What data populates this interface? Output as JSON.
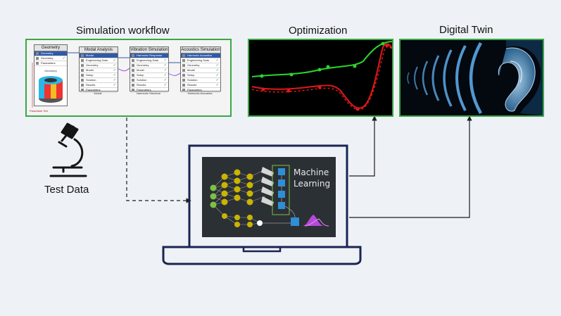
{
  "titles": {
    "simulation_workflow": "Simulation workflow",
    "optimization": "Optimization",
    "digital_twin": "Digital Twin",
    "test_data": "Test Data"
  },
  "machine_learning": {
    "line1": "Machine",
    "line2": "Learning"
  },
  "workflow": {
    "boxes": [
      {
        "header": "Geometry",
        "rows": [
          "Geometry",
          "Geometry",
          "Parameters"
        ],
        "footer": "Geometry",
        "name": ""
      },
      {
        "header": "Modal Analysis",
        "rows": [
          "Modal",
          "Engineering Data",
          "Geometry",
          "Model",
          "Setup",
          "Solution",
          "Results",
          "Parameters"
        ],
        "name": "Modal"
      },
      {
        "header": "Vibration Simulation",
        "rows": [
          "Harmonic Response",
          "Engineering Data",
          "Geometry",
          "Model",
          "Setup",
          "Solution",
          "Results",
          "Parameters"
        ],
        "name": "Harmonic Structure"
      },
      {
        "header": "Acoustics Simulation",
        "rows": [
          "Harmonic Acoustics",
          "Engineering Data",
          "Geometry",
          "Model",
          "Setup",
          "Solution",
          "Results",
          "Parameters"
        ],
        "name": "Harmonic Acoustics"
      }
    ],
    "parameter_set": "Parameter Set"
  },
  "colors": {
    "panel_border": "#39a845",
    "laptop": "#1b2452",
    "green_curve": "#2bd62b",
    "red_curve": "#e01818",
    "wave": "#5aa9e6",
    "node_yellow": "#c9b400",
    "node_green": "#7cc242",
    "ml_blue": "#2e8fd6",
    "ml_purple": "#b34bd6"
  },
  "icons": [
    "microscope-icon",
    "laptop-icon",
    "ear-icon",
    "neural-network-icon"
  ]
}
